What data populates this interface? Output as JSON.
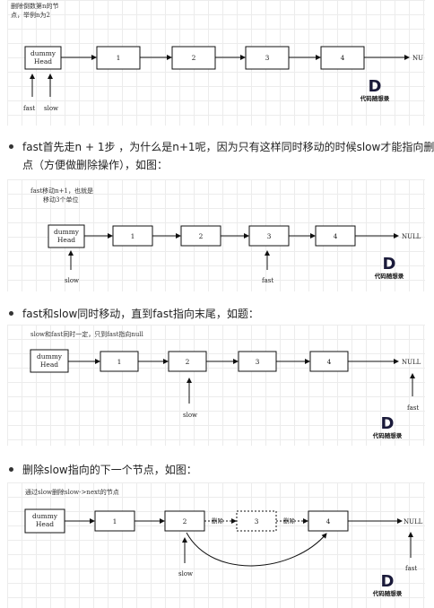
{
  "diagrams": [
    {
      "caption_lines": [
        "删除倒数第n的节",
        "点，举例n为2"
      ],
      "nodes": [
        "dummy\nHead",
        "1",
        "2",
        "3",
        "4"
      ],
      "null_label": "NU",
      "pointers": [
        "fast",
        "slow"
      ],
      "logo_letter": "D",
      "logo_text": "代码随想录"
    },
    {
      "caption_lines": [
        "fast移动n+1，也就是",
        "移动3个单位"
      ],
      "nodes": [
        "dummy\nHead",
        "1",
        "2",
        "3",
        "4"
      ],
      "null_label": "NULL",
      "pointers": [
        "slow",
        "fast"
      ],
      "logo_letter": "D",
      "logo_text": "代码随想录"
    },
    {
      "caption_lines": [
        "slow和fast同时一定，只到fast指向null"
      ],
      "nodes": [
        "dummy\nHead",
        "1",
        "2",
        "3",
        "4"
      ],
      "null_label": "NULL",
      "pointers": [
        "slow",
        "fast"
      ],
      "logo_letter": "D",
      "logo_text": "代码随想录"
    },
    {
      "caption_lines": [
        "通过slow删除slow->next的节点"
      ],
      "nodes": [
        "dummy\nHead",
        "1",
        "2",
        "3",
        "4"
      ],
      "null_label": "NULL",
      "pointers": [
        "slow",
        "fast"
      ],
      "delete_labels": [
        "删除",
        "删除"
      ],
      "logo_letter": "D",
      "logo_text": "代码随想录"
    }
  ],
  "bullets": [
    {
      "lines": [
        "fast首先走n + 1步 ，为什么是n+1呢，因为只有这样同时移动的时候slow才能指向删",
        "点（方便做删除操作），如图："
      ]
    },
    {
      "lines": [
        "fast和slow同时移动，直到fast指向末尾，如题："
      ]
    },
    {
      "lines": [
        "删除slow指向的下一个节点，如图："
      ]
    }
  ]
}
